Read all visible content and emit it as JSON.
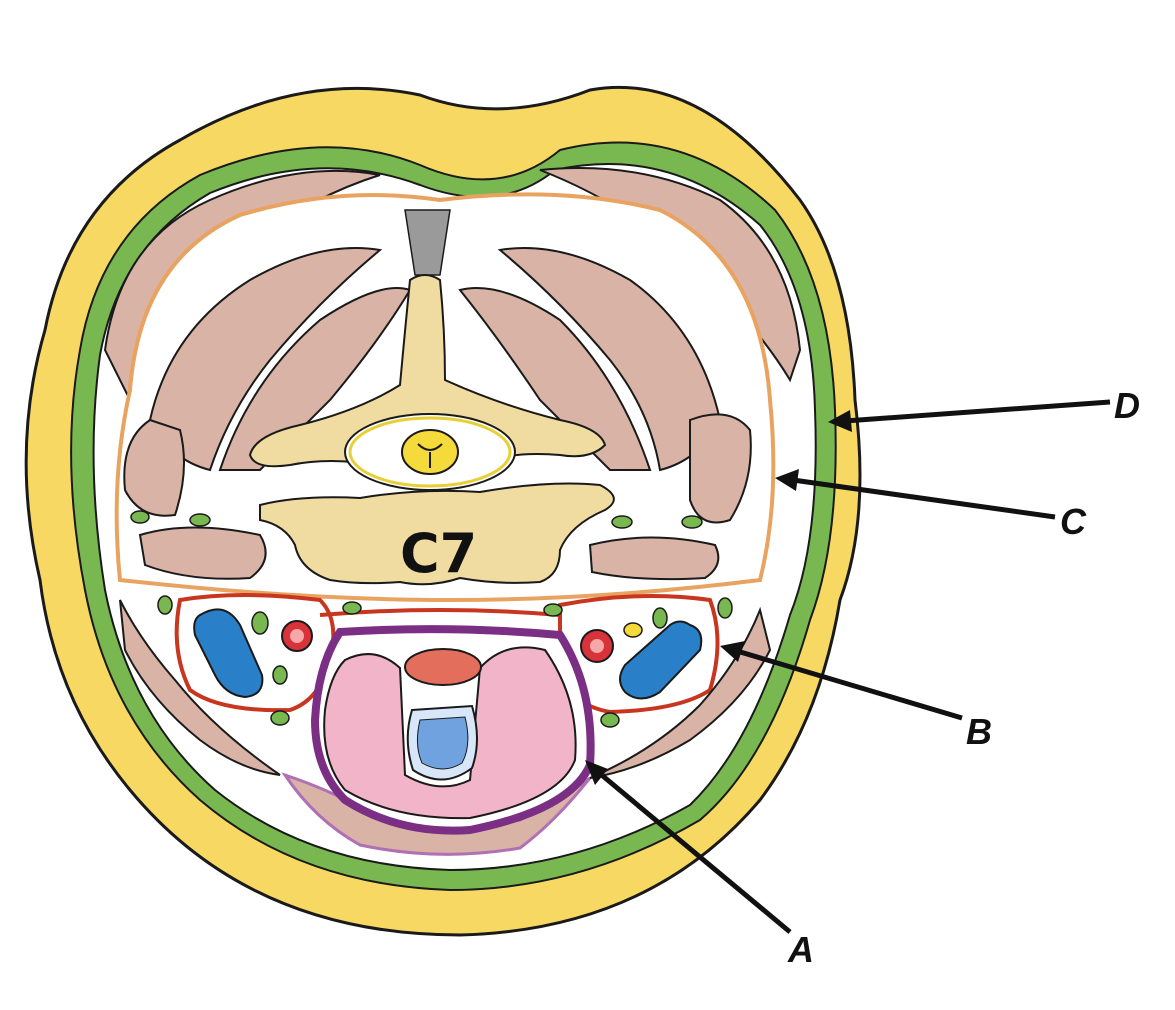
{
  "figure": {
    "vertebra_label": "C7",
    "callouts": [
      {
        "id": "D",
        "label": "D"
      },
      {
        "id": "C",
        "label": "C"
      },
      {
        "id": "B",
        "label": "B"
      },
      {
        "id": "A",
        "label": "A"
      }
    ]
  },
  "colors": {
    "skin_outline": "#1a1a1a",
    "subcutaneous_fat": "#f7d862",
    "investing_fascia_green": "#79b851",
    "prevertebral_fascia_orange": "#e9a361",
    "carotid_sheath_red": "#c8361f",
    "pretracheal_fascia_purple": "#7a2e84",
    "muscle": "#d9b3a6",
    "bone": "#f0dca0",
    "spinal_cord": "#f4da3a",
    "thyroid": "#f2b4c8",
    "artery": "#d8323a",
    "vein": "#2a7fc9",
    "esophagus": "#e36e5c",
    "trachea_lumen": "#6fa2df",
    "background": "#ffffff"
  }
}
